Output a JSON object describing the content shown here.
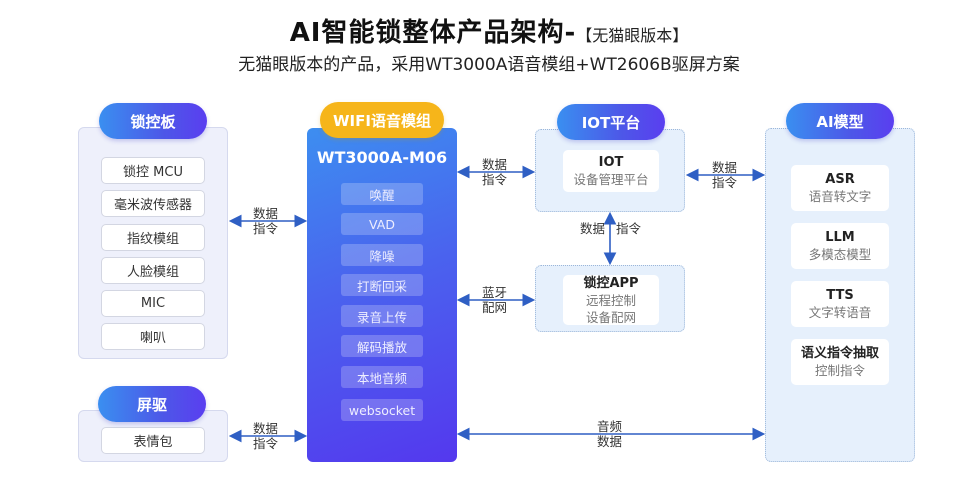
{
  "header": {
    "title": "AI智能锁整体产品架构-",
    "title_tag": "【无猫眼版本】",
    "subtitle": "无猫眼版本的产品，采用WT3000A语音模组+WT2606B驱屏方案"
  },
  "lock_board": {
    "title": "锁控板",
    "items": [
      "锁控 MCU",
      "毫米波传感器",
      "指纹模组",
      "人脸模组",
      "MIC",
      "喇叭"
    ]
  },
  "screen_driver": {
    "title": "屏驱",
    "items": [
      "表情包"
    ]
  },
  "wifi_module": {
    "title": "WIFI语音模组",
    "model": "WT3000A-M06",
    "functions": [
      "唤醒",
      "VAD",
      "降噪",
      "打断回采",
      "录音上传",
      "解码播放",
      "本地音频",
      "websocket"
    ]
  },
  "iot_platform": {
    "title": "IOT平台",
    "card_title": "IOT",
    "card_sub": "设备管理平台"
  },
  "lock_app": {
    "card_title": "锁控APP",
    "card_sub1": "远程控制",
    "card_sub2": "设备配网"
  },
  "ai_model": {
    "title": "AI模型",
    "cards": [
      {
        "title": "ASR",
        "sub": "语音转文字"
      },
      {
        "title": "LLM",
        "sub": "多模态模型"
      },
      {
        "title": "TTS",
        "sub": "文字转语音"
      },
      {
        "title": "语义指令抽取",
        "sub": "控制指令"
      }
    ]
  },
  "connections": {
    "lock_to_module": [
      "数据",
      "指令"
    ],
    "screen_to_module": [
      "数据",
      "指令"
    ],
    "module_to_iot": [
      "数据",
      "指令"
    ],
    "iot_to_ai": [
      "数据",
      "指令"
    ],
    "iot_to_app": [
      "数据",
      "指令"
    ],
    "module_to_app": [
      "蓝牙",
      "配网"
    ],
    "module_to_ai": [
      "音频",
      "数据"
    ]
  },
  "colors": {
    "accent_blue": "#4a63ee",
    "accent_yellow": "#f6b51a",
    "arrow": "#2f5fc4"
  }
}
